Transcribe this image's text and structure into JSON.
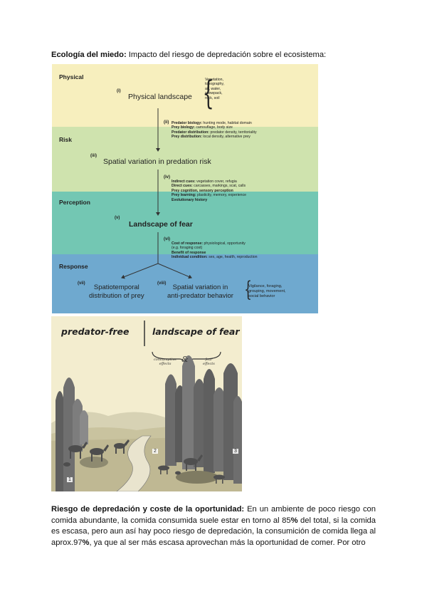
{
  "heading": {
    "bold": "Ecología del miedo:",
    "rest": " Impacto del riesgo de depredación sobre el ecosistema:"
  },
  "diagram": {
    "colors": {
      "physical": "#f7efbe",
      "risk": "#cfe3ae",
      "perception": "#73c7b3",
      "response": "#6fa9cf"
    },
    "bands": {
      "physical": "Physical",
      "risk": "Risk",
      "perception": "Perception",
      "response": "Response"
    },
    "nodes": {
      "i_num": "(i)",
      "i": "Physical landscape",
      "ii_num": "(ii)",
      "iii_num": "(iii)",
      "iii": "Spatial variation in predation risk",
      "iv_num": "(iv)",
      "v_num": "(v)",
      "v": "Landscape of fear",
      "vi_num": "(vi)",
      "vii_num": "(vii)",
      "vii_line1": "Spatiotemporal",
      "vii_line2": "distribution of prey",
      "viii_num": "(viii)",
      "viii_line1": "Spatial variation in",
      "viii_line2": "anti-predator behavior"
    },
    "physical_list": [
      "Vegetation,",
      "topography,",
      "air, water,",
      "snowpack,",
      "rock, soil"
    ],
    "ii_list": [
      {
        "b": "Predator biology:",
        "t": " hunting mode, habitat domain"
      },
      {
        "b": "Prey biology:",
        "t": " camouflage, body size"
      },
      {
        "b": "Predator distribution:",
        "t": " predator density, territoriality"
      },
      {
        "b": "Prey distribution:",
        "t": " local density, alternative prey"
      }
    ],
    "iv_list": [
      {
        "b": "Indirect cues:",
        "t": " vegetation cover, refugia"
      },
      {
        "b": "Direct cues:",
        "t": " carcasses, markings, scat, calls"
      },
      {
        "b": "Prey cognition, sensory perception",
        "t": ""
      },
      {
        "b": "Prey learning:",
        "t": " plasticity, memory, experience"
      },
      {
        "b": "Evolutionary history",
        "t": ""
      }
    ],
    "vi_list": [
      {
        "b": "Cost of response:",
        "t": " physiological, opportunity"
      },
      {
        "b": "",
        "t": "   (e.g. foraging cost)"
      },
      {
        "b": "Benefit of response",
        "t": ""
      },
      {
        "b": "Individual condition:",
        "t": " sex, age, health, reproduction"
      }
    ],
    "response_list": [
      "Vigilance, foraging,",
      "grouping, movement,",
      "social behavior"
    ]
  },
  "illustration": {
    "left_title": "predator-free",
    "right_title": "landscape of fear",
    "consumptive": "consumptive\neffects",
    "amp": "&",
    "fear": "fear\neffects",
    "labels": [
      "1",
      "2",
      "3"
    ]
  },
  "paragraph": {
    "b1": "Riesgo de depredación y coste de la oportunidad:",
    "t1": " En un ambiente de poco riesgo con comida abundante, la comida consumida suele estar en torno al 85",
    "b2": "%",
    "t2": " del total, si la comida es escasa, pero  aun así hay poco riesgo de depredación, la consumición de comida llega al aprox.97",
    "b3": "%",
    "t3": ", ya que al ser más escasa aprovechan más la oportunidad de comer.  Por otro"
  }
}
